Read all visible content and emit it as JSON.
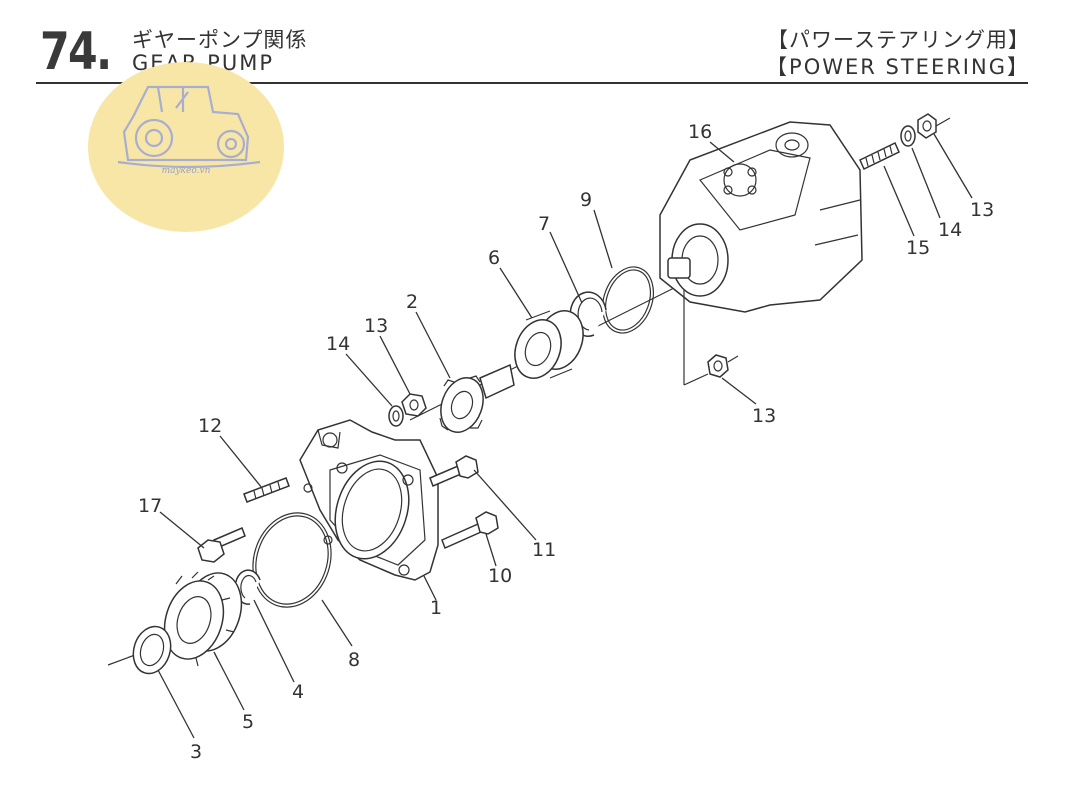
{
  "header": {
    "section_number": "74.",
    "title_jp": "ギヤーポンプ関係",
    "title_en": "GEAR PUMP",
    "right_jp": "【パワーステアリング用】",
    "right_en": "【POWER STEERING】"
  },
  "watermark": {
    "text": "maykeo.vn"
  },
  "callouts": [
    "16",
    "13",
    "14",
    "15",
    "9",
    "7",
    "6",
    "2",
    "13",
    "14",
    "13",
    "12",
    "17",
    "11",
    "10",
    "1",
    "8",
    "4",
    "5",
    "3"
  ]
}
